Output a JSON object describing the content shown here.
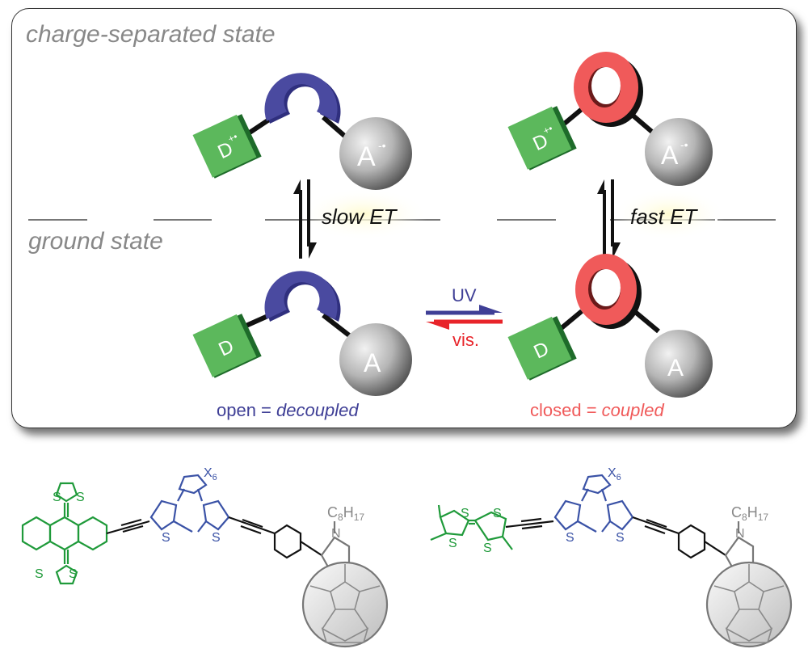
{
  "labels": {
    "top_state": "charge-separated state",
    "bottom_state": "ground state",
    "slow": "slow ET",
    "fast": "fast ET",
    "uv": "UV",
    "vis": "vis.",
    "open_word": "open = ",
    "open_italic": "decoupled",
    "closed_word": "closed = ",
    "closed_italic": "coupled"
  },
  "species": {
    "donor_cation": "D",
    "donor_cation_sup": "+•",
    "acceptor_anion": "A",
    "acceptor_anion_sup": "-•",
    "donor": "D",
    "acceptor": "A"
  },
  "molecules": {
    "x6": "X",
    "x6_sub": "6",
    "sulfur": "S",
    "nitrogen": "N",
    "alkyl_c": "C",
    "alkyl_c_sub": "8",
    "alkyl_h": "H",
    "alkyl_h_sub": "17"
  },
  "colors": {
    "blue": "#3f3f96",
    "red": "#f05a5a",
    "green": "#5cb85c",
    "green_dark": "#1e6b2a",
    "mol_green": "#1f9a3a",
    "mol_blue": "#3a52a6",
    "gray": "#888888",
    "uv_arrow": "#3f3f96",
    "vis_arrow": "#e8242a"
  }
}
